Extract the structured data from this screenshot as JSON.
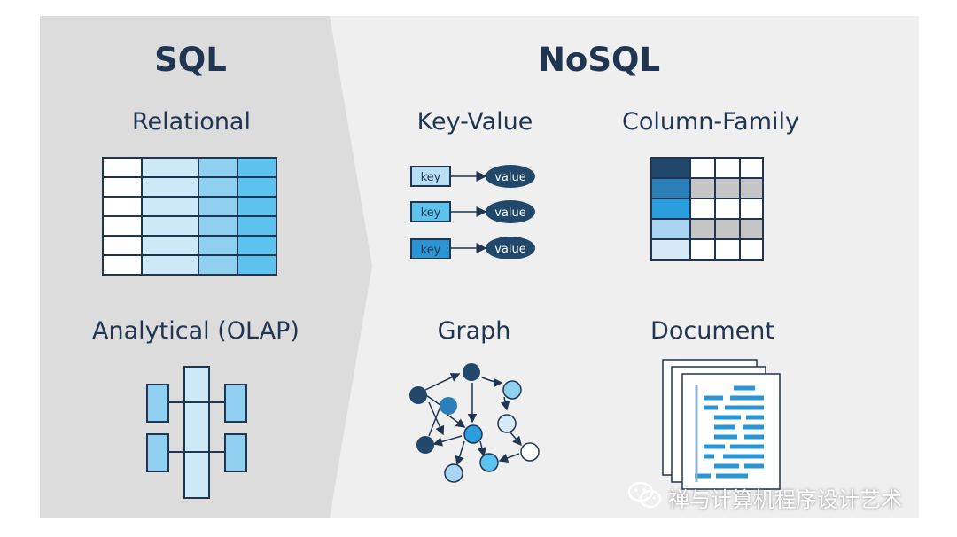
{
  "sql": {
    "title": "SQL",
    "relational_label": "Relational",
    "olap_label": "Analytical (OLAP)"
  },
  "nosql": {
    "title": "NoSQL",
    "key_value_label": "Key-Value",
    "column_family_label": "Column-Family",
    "graph_label": "Graph",
    "document_label": "Document",
    "kv_pairs": [
      {
        "key": "key",
        "value": "value"
      },
      {
        "key": "key",
        "value": "value"
      },
      {
        "key": "key",
        "value": "value"
      }
    ]
  },
  "colors": {
    "navy": "#1f3552",
    "sql_bg": "#dcdcdc",
    "nosql_bg": "#efefef",
    "light_blue": "#cde9f8",
    "mid_blue": "#8fd0f0",
    "bright_blue": "#5cc3ef",
    "dark_blue": "#21476b"
  },
  "watermark": {
    "text": "禅与计算机程序设计艺术",
    "icon": "wechat-icon"
  }
}
